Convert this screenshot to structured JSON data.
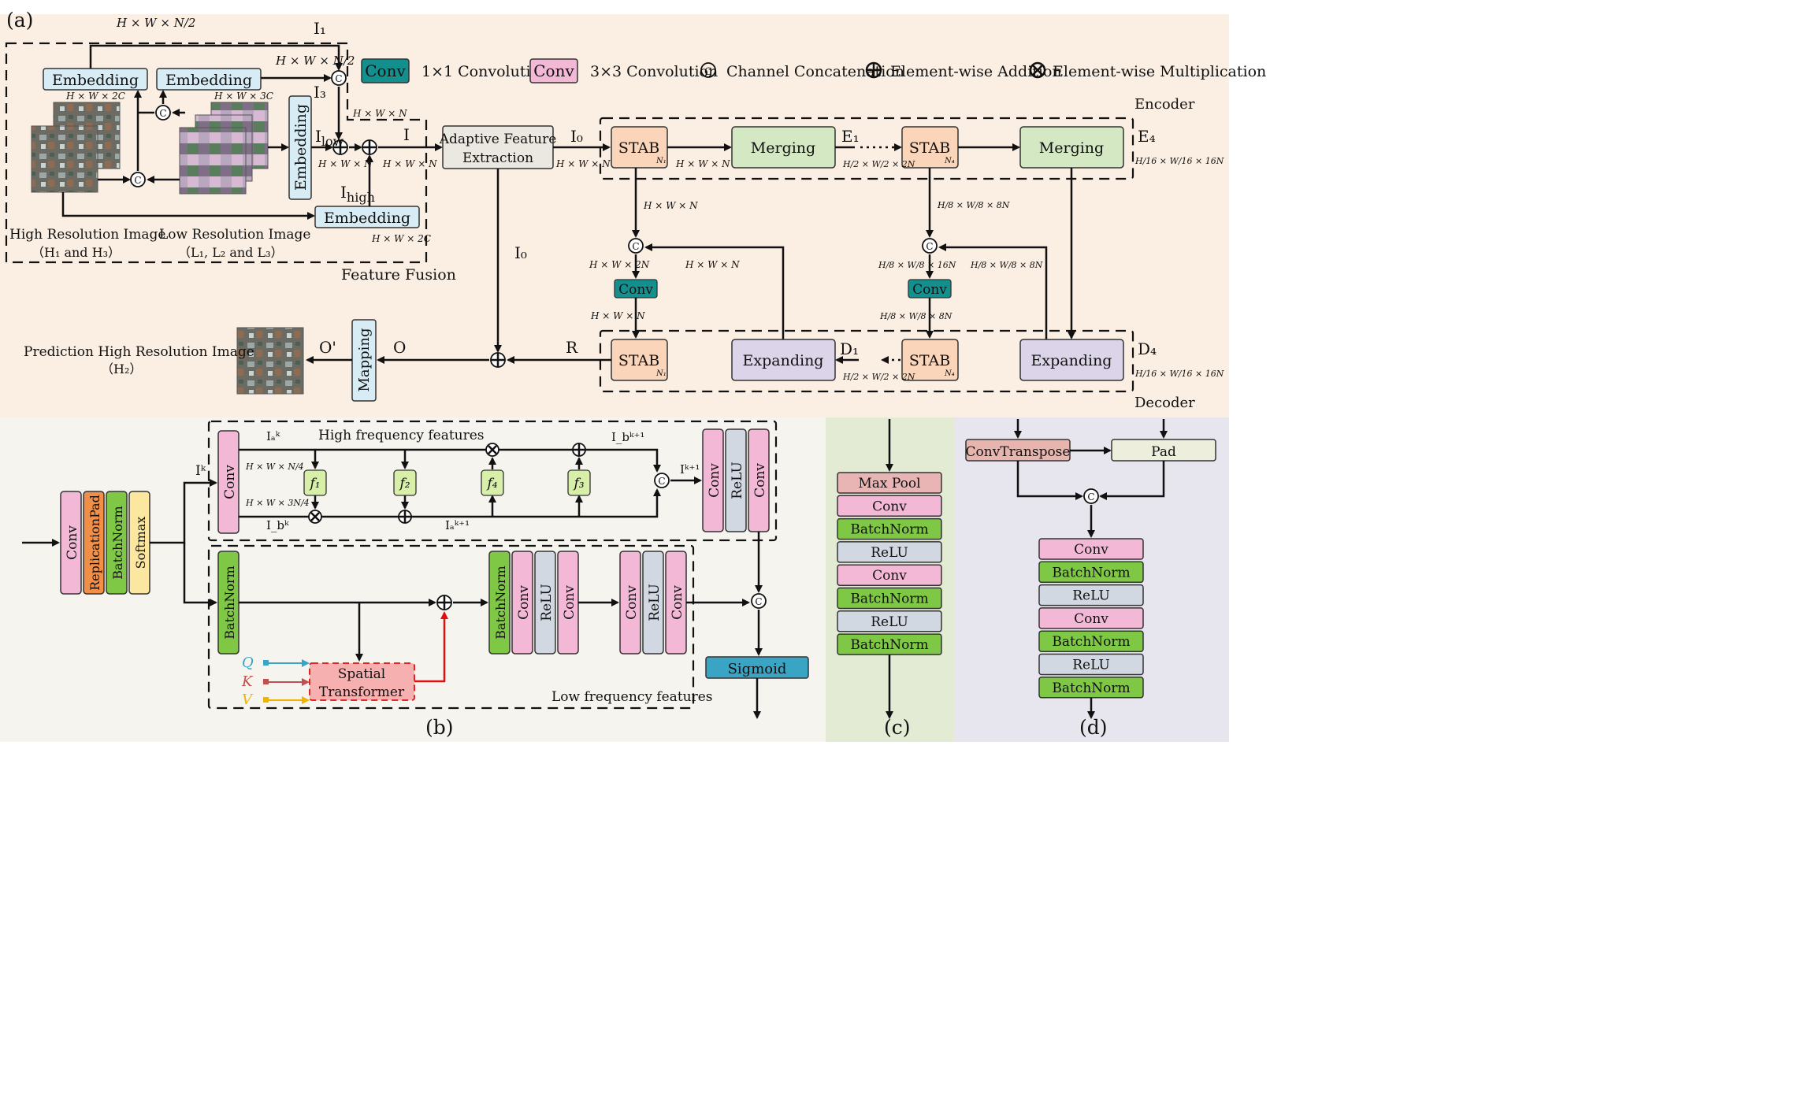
{
  "panel_labels": {
    "a": "(a)",
    "b": "(b)",
    "c": "(c)",
    "d": "(d)"
  },
  "legend": {
    "conv_chip": "Conv",
    "conv1": "1×1 Convolution",
    "conv3": "3×3 Convolution",
    "concat_sym": "C",
    "concat": "Channel Concatenation",
    "add": "Element-wise Addition",
    "mul": "Element-wise Multiplication"
  },
  "fusion": {
    "embedding": "Embedding",
    "region_label": "Feature Fusion",
    "hr_label": "High Resolution Image",
    "hr_sub": "（H₁ and H₃）",
    "lr_label": "Low Resolution Image",
    "lr_sub": "（L₁, L₂ and L₃）",
    "I1": "I₁",
    "I3": "I₃",
    "Ilow": "I",
    "Ilow_sub": "low",
    "Ihigh": "I",
    "Ihigh_sub": "high",
    "I": "I",
    "dim_hwn2": "H × W × N/2",
    "dim_hw2c": "H × W × 2C",
    "dim_hw3c": "H × W × 3C",
    "dim_hwn": "H × W × N"
  },
  "main": {
    "afe_line1": "Adaptive Feature",
    "afe_line2": "Extraction",
    "I0": "I₀",
    "stab": "STAB",
    "stab_n1": "N₁",
    "stab_n4": "N₄",
    "merging": "Merging",
    "expanding": "Expanding",
    "conv": "Conv",
    "encoder": "Encoder",
    "decoder": "Decoder",
    "E1": "E₁",
    "E4": "E₄",
    "D1": "D₁",
    "D4": "D₄",
    "R": "R",
    "O": "O",
    "Oprime": "O'",
    "mapping": "Mapping",
    "prediction": "Prediction High Resolution Image",
    "prediction_sub": "（H₂）",
    "dim_hwn": "H × W × N",
    "dim_hw2n": "H × W × 2N",
    "dim_h2w2_2n": "H/2 × W/2 × 2N",
    "dim_h8w8_8n": "H/8 × W/8 × 8N",
    "dim_h8w8_16n": "H/8 × W/8 × 16N",
    "dim_h16w16_16n": "H/16 × W/16 × 16N"
  },
  "panel_b": {
    "conv": "Conv",
    "replicationpad": "ReplicationPad",
    "batchnorm": "BatchNorm",
    "softmax": "Softmax",
    "relu": "ReLU",
    "sigmoid": "Sigmoid",
    "high_freq": "High frequency features",
    "low_freq": "Low frequency features",
    "spatial1": "Spatial",
    "spatial2": "Transformer",
    "Ik": "Iᵏ",
    "Iak": "Iₐᵏ",
    "Ibk": "I_bᵏ",
    "Ibk1": "I_bᵏ⁺¹",
    "Iak1": "Iₐᵏ⁺¹",
    "Ik1": "Iᵏ⁺¹",
    "f1": "f₁",
    "f2": "f₂",
    "f3": "f₃",
    "f4": "f₄",
    "Q": "Q",
    "K": "K",
    "V": "V",
    "dim_n4": "H × W × N/4",
    "dim_3n4": "H × W × 3N/4"
  },
  "panel_c": [
    "Max Pool",
    "Conv",
    "BatchNorm",
    "ReLU",
    "Conv",
    "BatchNorm",
    "ReLU",
    "BatchNorm"
  ],
  "panel_d": {
    "convtranspose": "ConvTranspose",
    "pad": "Pad",
    "stack": [
      "Conv",
      "BatchNorm",
      "ReLU",
      "Conv",
      "BatchNorm",
      "ReLU",
      "BatchNorm"
    ]
  },
  "colors": {
    "bg_a": "#fbeee2",
    "bg_b": "#f6f4ef",
    "bg_c": "#e3ebd5",
    "bg_d": "#e7e6ee",
    "embedding": "#d8ecf6",
    "afe": "#ebe7e1",
    "stab": "#fbd5b9",
    "merging": "#d4e8c4",
    "expanding": "#dcd4e8",
    "conv1x1": "#138f8e",
    "conv3x3": "#f2b8d6",
    "replicationpad": "#f18f49",
    "batchnorm": "#7ec845",
    "softmax": "#fce7a0",
    "relu": "#d1d8e2",
    "sigmoid": "#3aa4c4",
    "maxpool": "#e8b4b4",
    "convtranspose": "#e8b4ae",
    "pad": "#eeeedd",
    "fbox": "#d8efa9",
    "spatial": "#f7b0b0"
  }
}
